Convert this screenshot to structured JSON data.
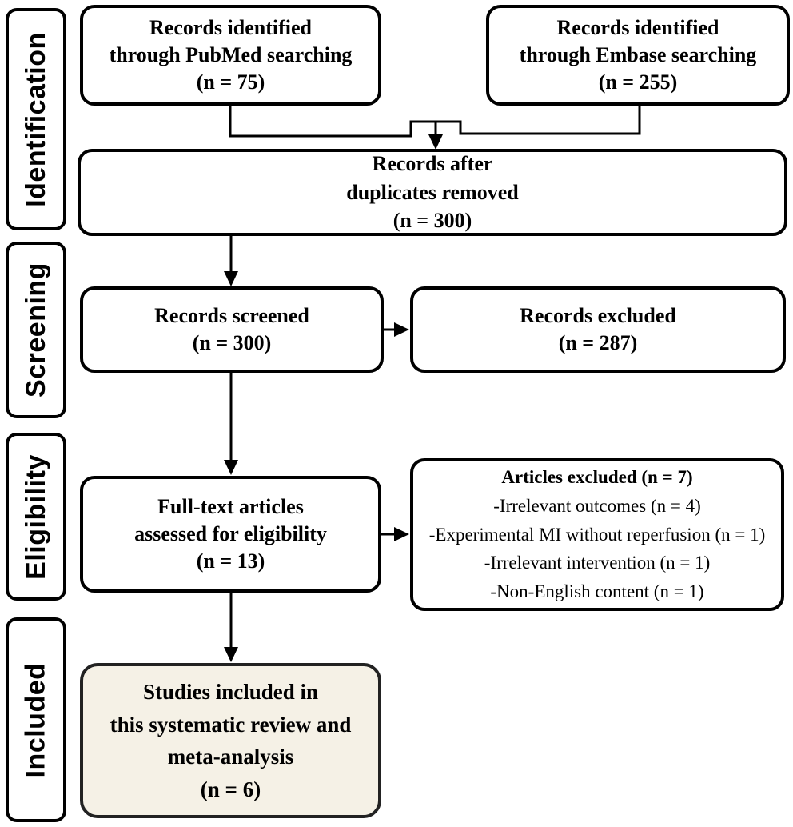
{
  "diagram": {
    "type": "prisma-flow",
    "stages": [
      {
        "label": "Identification"
      },
      {
        "label": "Screening"
      },
      {
        "label": "Eligibility"
      },
      {
        "label": "Included"
      }
    ],
    "boxes": {
      "pubmed": {
        "text": "Records identified\nthrough PubMed searching\n(n = 75)"
      },
      "embase": {
        "text": "Records identified\nthrough Embase searching\n(n = 255)"
      },
      "duplicates_removed": {
        "text": "Records after\nduplicates removed\n(n = 300)"
      },
      "records_screened": {
        "text": "Records screened\n(n = 300)"
      },
      "records_excluded": {
        "text": "Records excluded\n(n = 287)"
      },
      "fulltext_assessed": {
        "text": "Full-text articles\nassessed for eligibility\n(n = 13)"
      },
      "articles_excluded": {
        "title": "Articles excluded (n = 7)",
        "items": [
          "-Irrelevant outcomes (n = 4)",
          "-Experimental MI without reperfusion (n = 1)",
          "-Irrelevant intervention (n = 1)",
          "-Non-English content (n = 1)"
        ]
      },
      "studies_included": {
        "text": "Studies included in\nthis systematic review and\nmeta-analysis\n(n = 6)"
      }
    },
    "counts": {
      "pubmed": 75,
      "embase": 255,
      "after_duplicates": 300,
      "screened": 300,
      "records_excluded": 287,
      "fulltext_assessed": 13,
      "articles_excluded": 7,
      "included": 6
    }
  },
  "colors": {
    "line": "#000000",
    "included_fill": "#f5f1e6"
  }
}
